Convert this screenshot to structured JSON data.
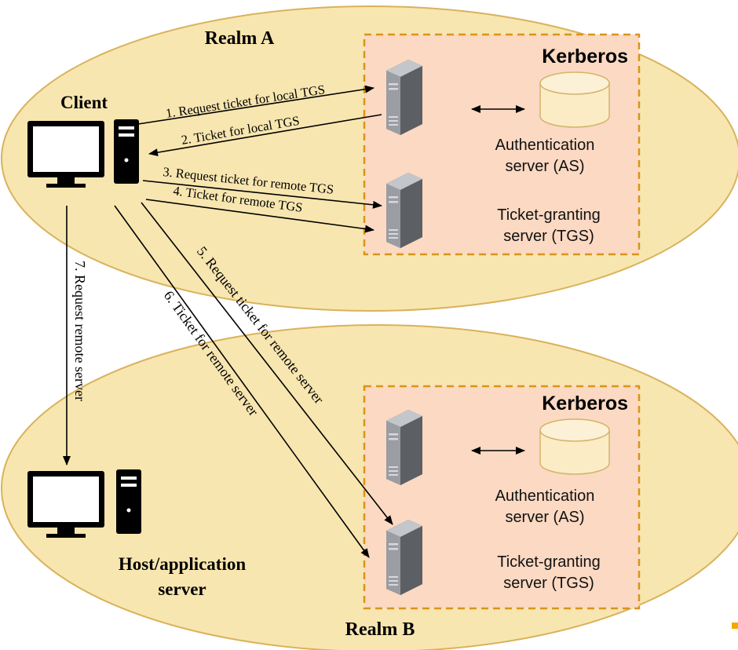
{
  "realm_a": {
    "label": "Realm A",
    "client_label": "Client",
    "kerberos": {
      "title": "Kerberos",
      "as_label": [
        "Authentication",
        "server (AS)"
      ],
      "tgs_label": [
        "Ticket-granting",
        "server (TGS)"
      ]
    }
  },
  "realm_b": {
    "label": "Realm B",
    "host_label": [
      "Host/application",
      "server"
    ],
    "kerberos": {
      "title": "Kerberos",
      "as_label": [
        "Authentication",
        "server (AS)"
      ],
      "tgs_label": [
        "Ticket-granting",
        "server (TGS)"
      ]
    }
  },
  "messages": [
    "1. Request ticket for local TGS",
    "2. Ticket for local TGS",
    "3. Request ticket for remote TGS",
    "4. Ticket for remote TGS",
    "5. Request ticket for remote server",
    "6. Ticket for remote server",
    "7. Request remote server"
  ],
  "colors": {
    "realm_fill": "#f8e6b0",
    "realm_stroke": "#d9b25c",
    "kerberos_fill": "#fbd9c2",
    "kerberos_border": "#d9941c",
    "server_body": "#8e9196",
    "database_fill": "#fbecc6",
    "corner_mark": "#f5a800"
  }
}
